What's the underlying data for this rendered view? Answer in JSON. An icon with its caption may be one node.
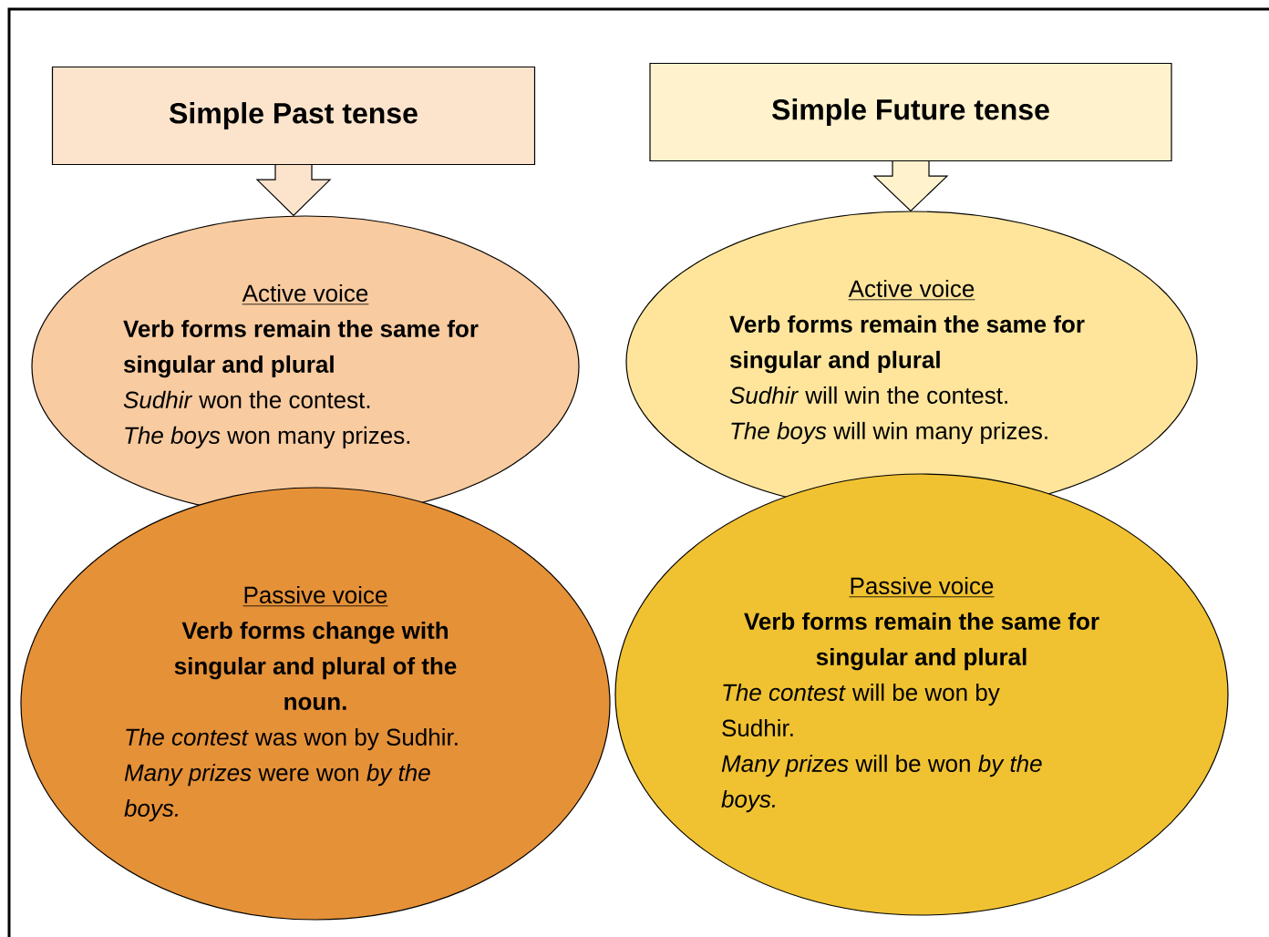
{
  "diagram": {
    "nodes": [
      {
        "text": [
          "Simple Past tense"
        ]
      },
      {
        "text": [
          "Simple Future tense"
        ]
      },
      {
        "text": [
          "Active voice",
          "Verb forms remain the same for singular and plural",
          "*Sudhir* won the contest.",
          "*The boys* won many prizes."
        ]
      },
      {
        "text": [
          "Passive voice",
          "Verb forms change with singular and plural of the noun.",
          "*The contest* was won by Sudhir.",
          "*Many prizes* were won *by the boys.*"
        ]
      },
      {
        "text": [
          "Active voice",
          "Verb forms remain the same for singular and plural",
          "*Sudhir* will win the contest.",
          "*The boys* will win many prizes."
        ]
      },
      {
        "text": [
          "Passive voice",
          "Verb forms remain the same for singular and plural",
          "*The contest* will be won by Sudhir.",
          "*Many prizes* will be won *by the boys.*"
        ]
      }
    ],
    "edges": [
      {
        "from": 0,
        "to": 2,
        "arrow": "to"
      },
      {
        "from": 1,
        "to": 4,
        "arrow": "to"
      }
    ]
  }
}
